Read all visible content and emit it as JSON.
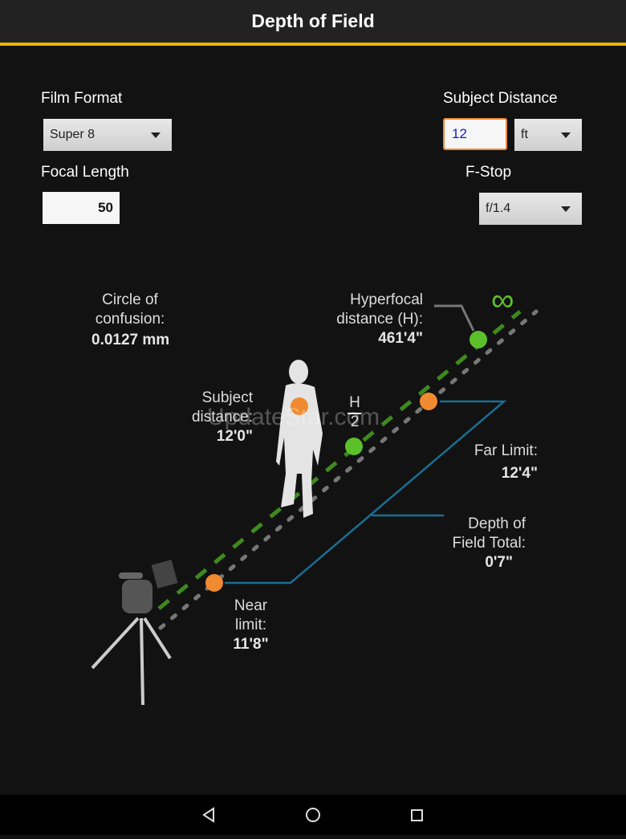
{
  "header": {
    "title": "Depth of Field"
  },
  "form": {
    "film_format_label": "Film Format",
    "film_format_value": "Super 8",
    "subject_distance_label": "Subject Distance",
    "subject_distance_value": "12",
    "unit_value": "ft",
    "focal_length_label": "Focal Length",
    "focal_length_value": "50",
    "fstop_label": "F-Stop",
    "fstop_value": "f/1.4"
  },
  "diagram": {
    "coc_label_1": "Circle of",
    "coc_label_2": "confusion:",
    "coc_value": "0.0127 mm",
    "hyper_label_1": "Hyperfocal",
    "hyper_label_2": "distance (H):",
    "hyper_value": "461'4\"",
    "subject_label_1": "Subject",
    "subject_label_2": "distance:",
    "subject_value": "12'0\"",
    "half_h_num": "H",
    "half_h_den": "2",
    "far_label": "Far Limit:",
    "far_value": "12'4\"",
    "dof_label_1": "Depth of",
    "dof_label_2": "Field Total:",
    "dof_value": "0'7\"",
    "near_label_1": "Near",
    "near_label_2": "limit:",
    "near_value": "11'8\"",
    "infinity": "∞",
    "watermark": "UpdateStar.com"
  },
  "colors": {
    "accent": "#f0b400",
    "green": "#5cc02a",
    "orange": "#f08a30",
    "blue": "#1a6f94"
  }
}
